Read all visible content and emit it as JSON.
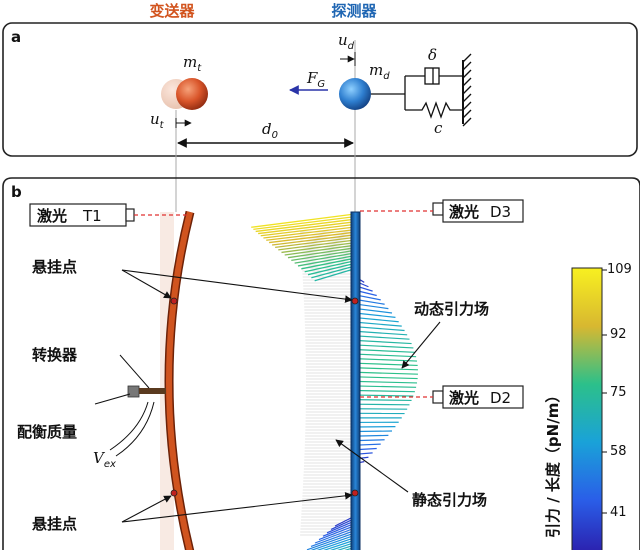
{
  "header": {
    "transmitter": "变送器",
    "detector": "探测器",
    "transmitter_color": "#d2541e",
    "detector_color": "#1f66b3"
  },
  "panel_a": {
    "label": "a",
    "m_t": "m",
    "m_t_sub": "t",
    "m_d": "m",
    "m_d_sub": "d",
    "u_d": "u",
    "u_d_sub": "d",
    "u_t": "u",
    "u_t_sub": "t",
    "F_G": "F",
    "F_G_sub": "G",
    "d0": "d",
    "d0_sub": "0",
    "delta": "δ",
    "c": "c"
  },
  "panel_b": {
    "label": "b",
    "laser_t1": "激光",
    "laser_t1_id": "T1",
    "laser_d3": "激光",
    "laser_d3_id": "D3",
    "laser_d2": "激光",
    "laser_d2_id": "D2",
    "suspension_top": "悬挂点",
    "suspension_bottom": "悬挂点",
    "transducer": "转换器",
    "counterweight": "配衡质量",
    "v_ex": "V",
    "v_ex_sub": "ex",
    "dynamic_field": "动态引力场",
    "static_field": "静态引力场"
  },
  "colorbar": {
    "title": "引力 / 长度（pN/m）",
    "ticks": [
      "109",
      "92",
      "75",
      "58",
      "41"
    ],
    "min": 30,
    "max": 109
  },
  "colors": {
    "transmitter_bar": "#c4501e",
    "detector_bar": "#1a6fc0",
    "laser_dash": "#e03030"
  }
}
